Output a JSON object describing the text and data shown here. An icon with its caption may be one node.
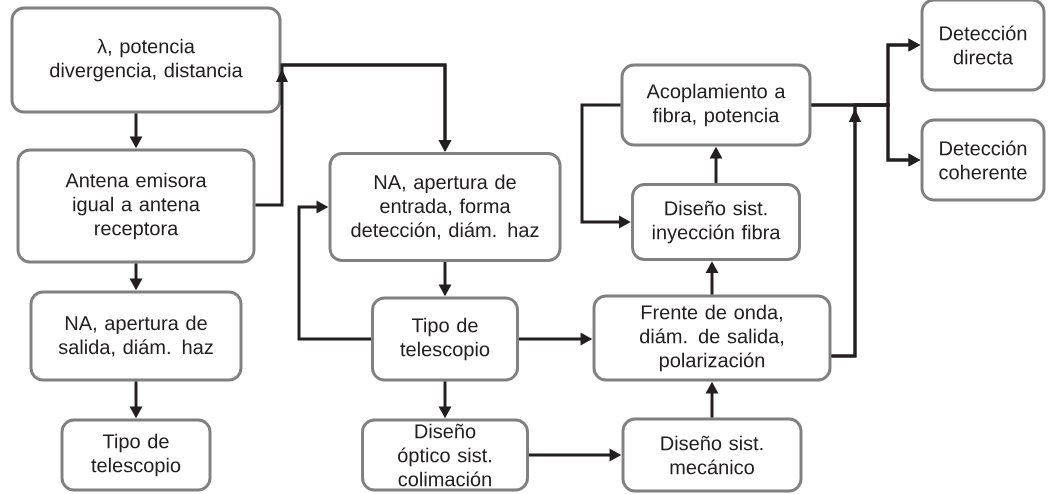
{
  "diagram": {
    "nodes": [
      {
        "text": [
          "λ, potencia divergencia, distancia"
        ]
      },
      {
        "text": [
          "Antena emisora igual a antena receptora"
        ]
      },
      {
        "text": [
          "NA, apertura de salida, diám. haz"
        ]
      },
      {
        "text": [
          "Tipo de telescopio"
        ]
      },
      {
        "text": [
          "NA, apertura de entrada, forma detección, diám. haz"
        ]
      },
      {
        "text": [
          "Tipo de telescopio"
        ]
      },
      {
        "text": [
          "Diseño óptico sist. colimación"
        ]
      },
      {
        "text": [
          "Acoplamiento a fibra, potencia"
        ]
      },
      {
        "text": [
          "Diseño sist. inyección fibra"
        ]
      },
      {
        "text": [
          "Frente de onda, diám. de salida, polarización"
        ]
      },
      {
        "text": [
          "Diseño sist. mecánico"
        ]
      },
      {
        "text": [
          "Detección directa"
        ]
      },
      {
        "text": [
          "Detección coherente"
        ]
      }
    ],
    "edges": [
      {
        "from": 0,
        "to": 1,
        "arrow": "to"
      },
      {
        "from": 1,
        "to": 2,
        "arrow": "to"
      },
      {
        "from": 2,
        "to": 3,
        "arrow": "to"
      },
      {
        "from": 0,
        "to": 4,
        "arrow": "to"
      },
      {
        "from": 1,
        "to": 4,
        "arrow": "to"
      },
      {
        "from": 4,
        "to": 5,
        "arrow": "to"
      },
      {
        "from": 5,
        "to": 4,
        "arrow": "to"
      },
      {
        "from": 5,
        "to": 6,
        "arrow": "to"
      },
      {
        "from": 5,
        "to": 9,
        "arrow": "to"
      },
      {
        "from": 6,
        "to": 10,
        "arrow": "to"
      },
      {
        "from": 10,
        "to": 9,
        "arrow": "to"
      },
      {
        "from": 9,
        "to": 8,
        "arrow": "to"
      },
      {
        "from": 8,
        "to": 7,
        "arrow": "to"
      },
      {
        "from": 7,
        "to": 8,
        "arrow": "to"
      },
      {
        "from": 7,
        "to": 11,
        "arrow": "to"
      },
      {
        "from": 7,
        "to": 12,
        "arrow": "to"
      },
      {
        "from": 9,
        "to": 11,
        "arrow": "to"
      },
      {
        "from": 9,
        "to": 12,
        "arrow": "to"
      }
    ]
  }
}
